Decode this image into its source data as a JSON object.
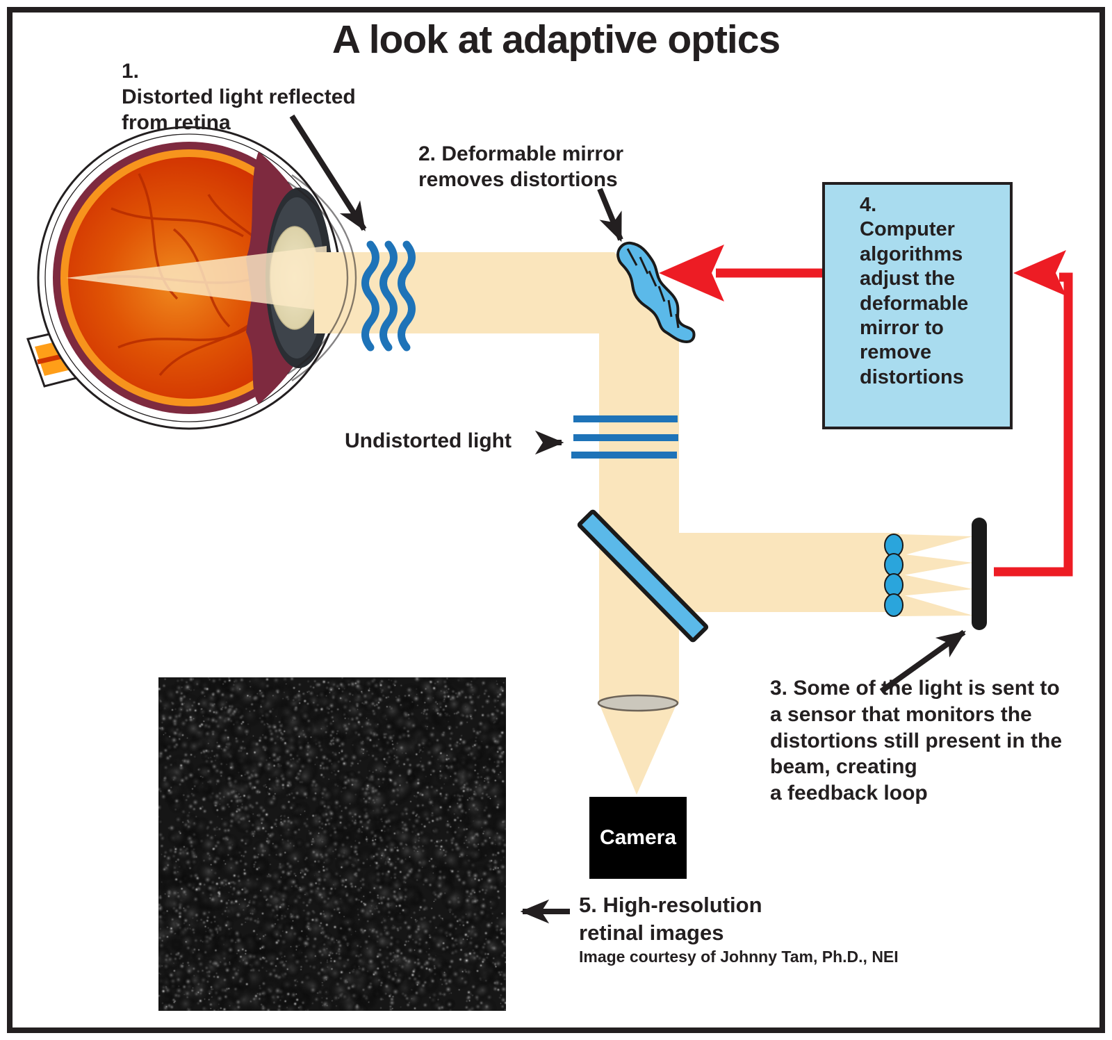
{
  "title": "A look at adaptive optics",
  "labels": {
    "step1": "1.\nDistorted light reflected\nfrom retina",
    "step2": "2. Deformable mirror\nremoves distortions",
    "undistorted": "Undistorted light",
    "step3": "3. Some of the light is sent to\na sensor that monitors the\ndistortions still present in the\nbeam, creating\na feedback loop",
    "step4": "4.\nComputer\nalgorithms\nadjust the\ndeformable\nmirror to\nremove\ndistortions",
    "step5": "5. High-resolution\nretinal images",
    "credit": "Image courtesy of Johnny Tam, Ph.D., NEI",
    "camera": "Camera"
  },
  "colors": {
    "beam": "#FAE5BC",
    "blue": "#1E73B8",
    "lightBlue": "#5BB9E9",
    "boxBlue": "#A9DCEF",
    "lenslet": "#2AA5DC",
    "red": "#ED1C24",
    "ink": "#231F20",
    "eyeRed": "#D43900",
    "eyeOrange": "#F7941D",
    "eyeMaroon": "#7E2A3F"
  }
}
